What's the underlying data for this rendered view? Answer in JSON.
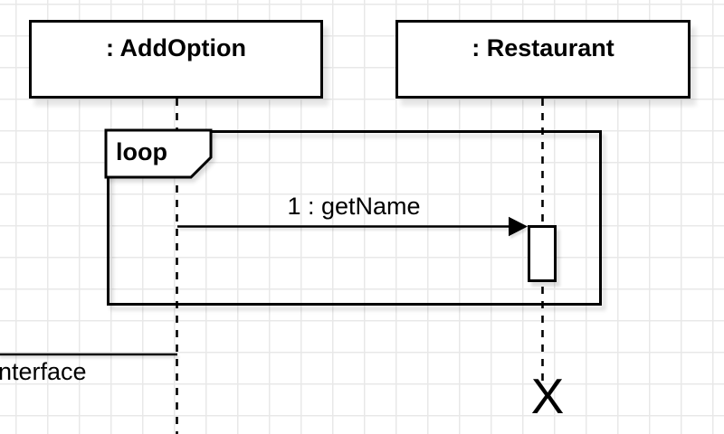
{
  "canvas": {
    "background": "#ffffff",
    "grid_color": "#e8e8e8",
    "stroke_color": "#000000",
    "fill_color": "#ffffff"
  },
  "objects": [
    {
      "id": "addoption",
      "label": ": AddOption"
    },
    {
      "id": "restaurant",
      "label": ": Restaurant"
    }
  ],
  "fragment": {
    "operator": "loop"
  },
  "messages": [
    {
      "id": "getname",
      "label": "1 : getName"
    },
    {
      "id": "offscreen",
      "label": "nterface"
    }
  ],
  "destroy_marker": "X"
}
